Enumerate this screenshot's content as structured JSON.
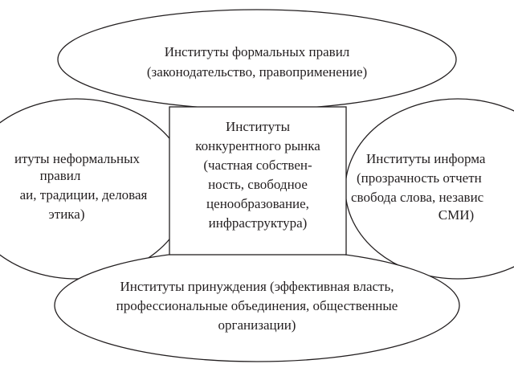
{
  "diagram": {
    "top_ellipse": {
      "lines": [
        "Институты формальных правил",
        "(законодательство, правоприменение)"
      ]
    },
    "left_ellipse": {
      "lines": [
        "итуты неформальных",
        "правил",
        "аи, традиции, деловая",
        "этика)"
      ]
    },
    "center_box": {
      "lines": [
        "Институты",
        "конкурентного рынка",
        "(частная собствен-",
        "ность, свободное",
        "ценообразование,",
        "инфраструктура)"
      ]
    },
    "right_ellipse": {
      "lines": [
        "Институты информа",
        "(прозрачность отчетн",
        "свобода слова, независ",
        "СМИ)"
      ]
    },
    "bottom_ellipse": {
      "lines": [
        "Институты принуждения (эффективная власть,",
        "профессиональные объединения, общественные",
        "организации)"
      ]
    },
    "colors": {
      "stroke": "#231f20",
      "fill": "#ffffff",
      "text": "#231f20"
    }
  }
}
